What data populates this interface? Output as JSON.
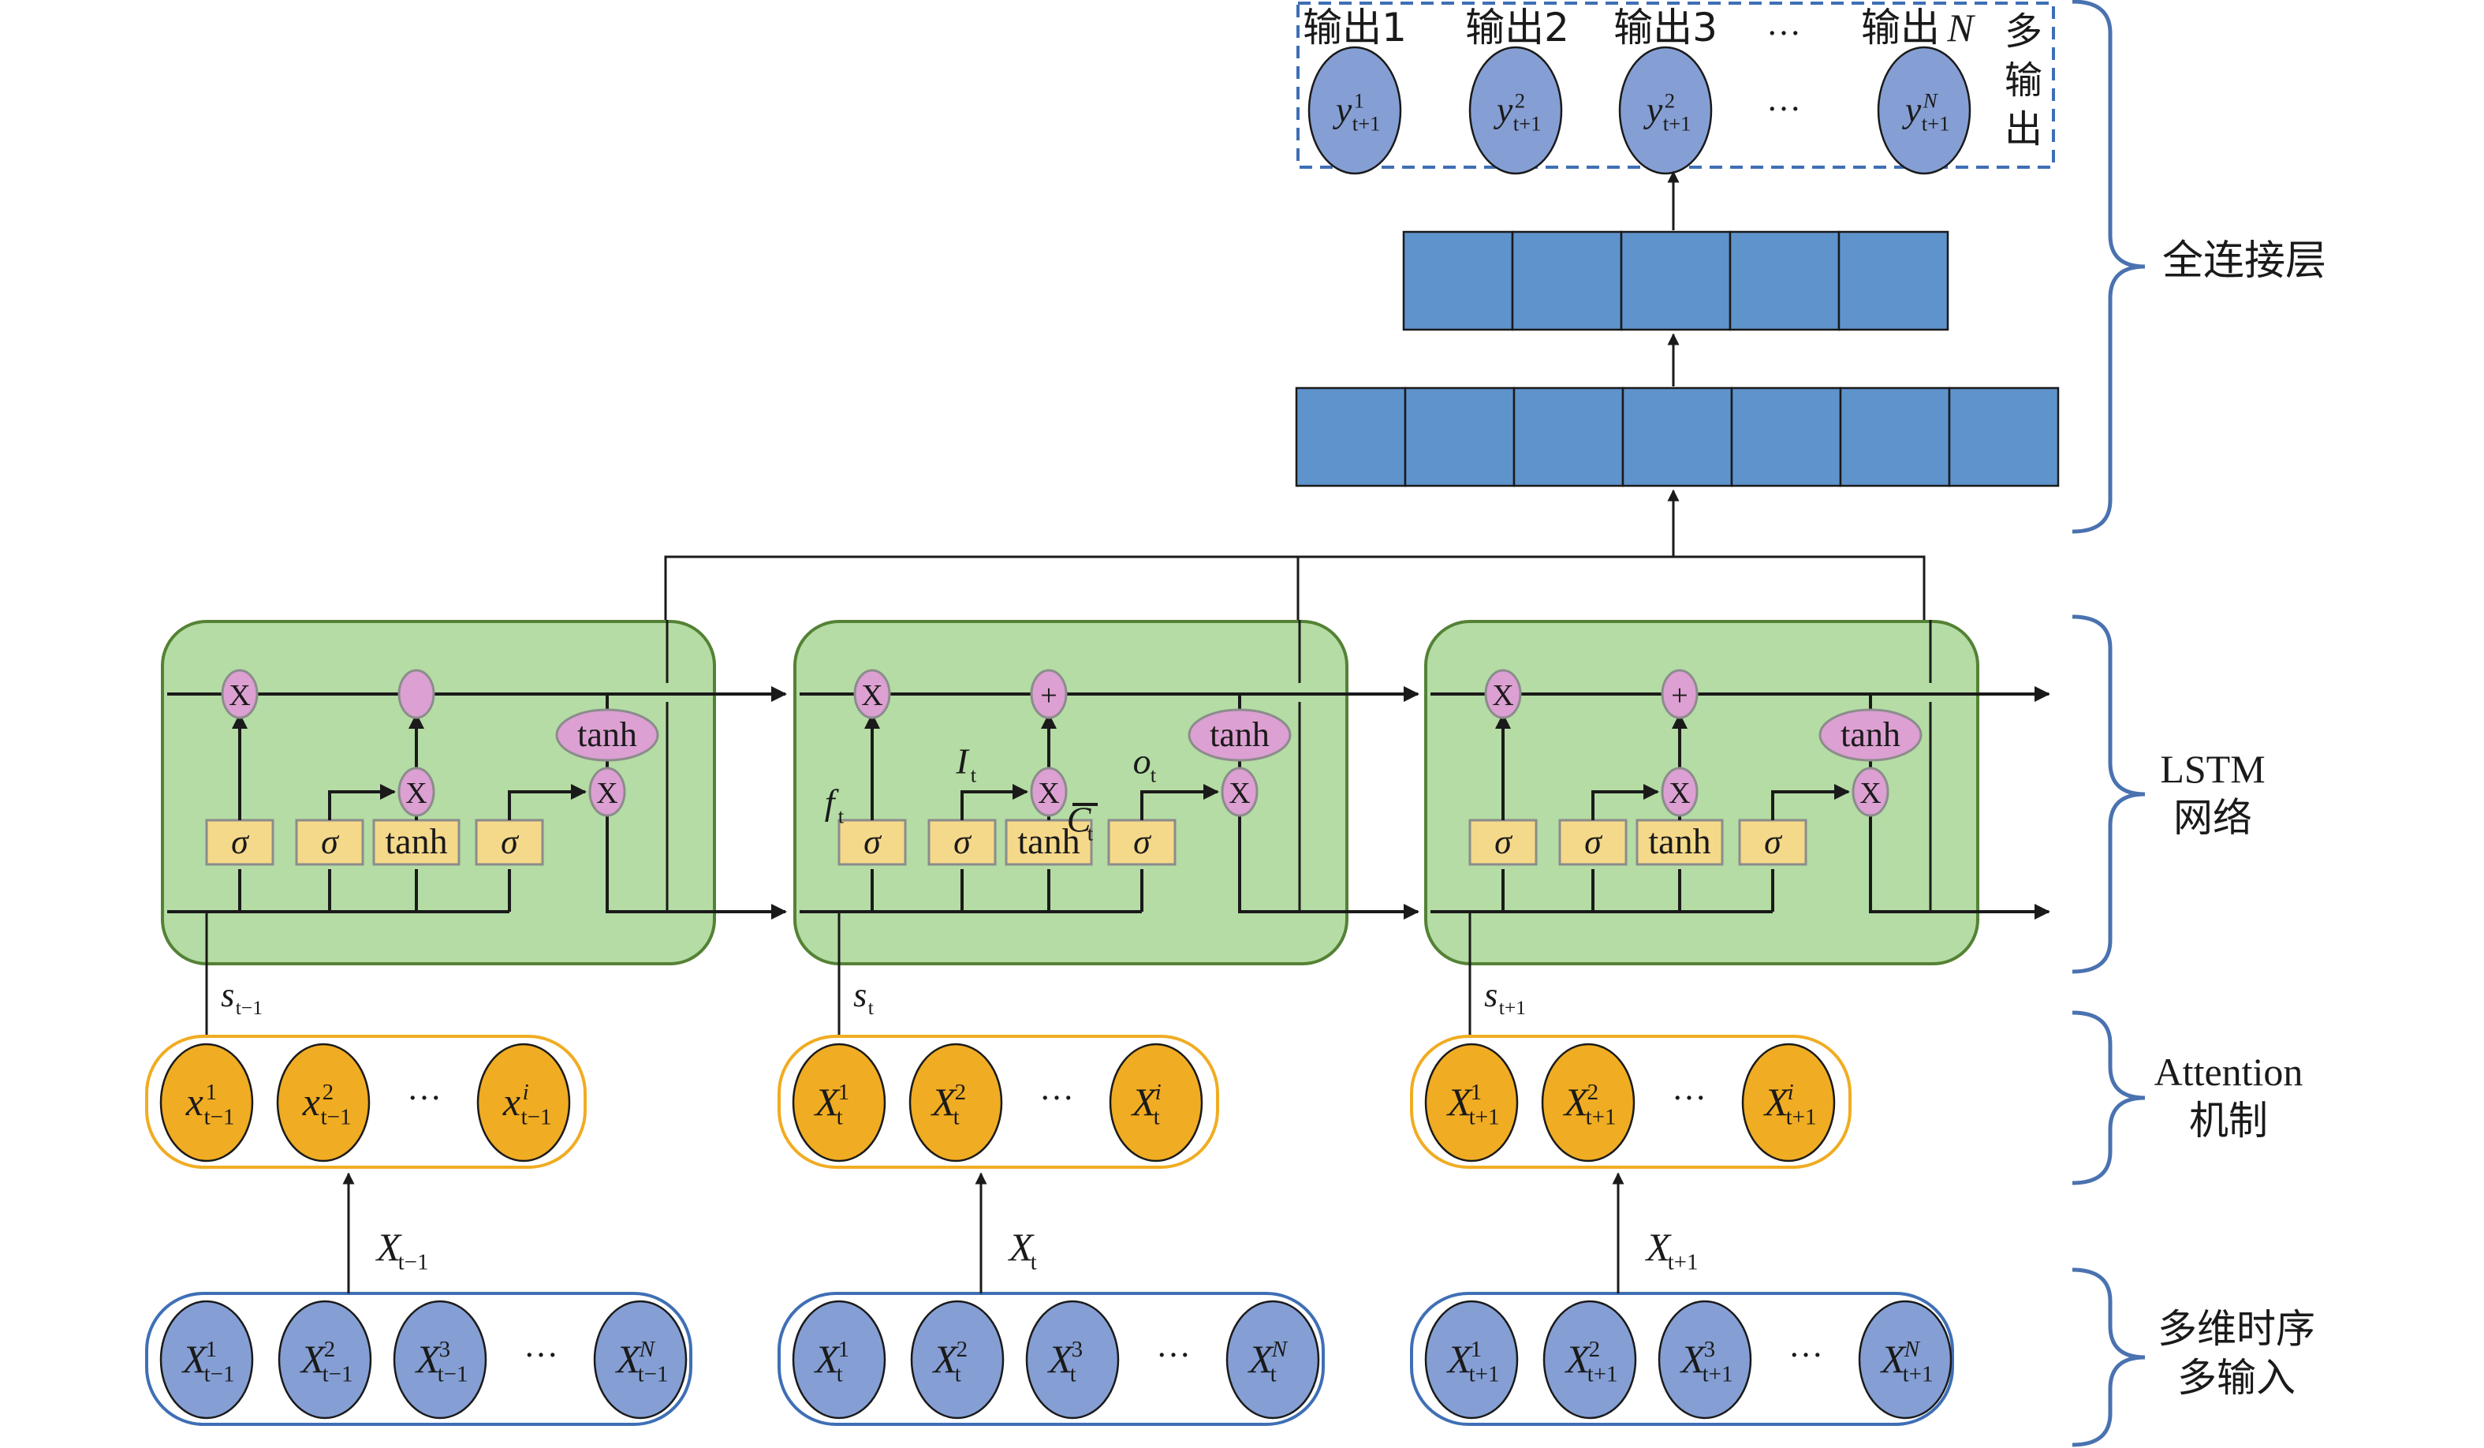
{
  "colors": {
    "cell_fill": "#b4dca4",
    "cell_stroke": "#548235",
    "gate_fill": "#f5d98a",
    "gate_stroke": "#8c8c8c",
    "op_fill": "#dca0d2",
    "op_stroke": "#8c8c8c",
    "attention_fill": "#f0ac22",
    "attention_border": "#f0ac22",
    "input_fill": "#859fd4",
    "input_border": "#3f6fb5",
    "dense_fill": "#5f93cc",
    "output_fill": "#859fd4",
    "output_border": "#3f6fb5",
    "brace": "#4a72b0"
  },
  "output_layer": {
    "labels": [
      "输出1",
      "输出2",
      "输出3",
      "…",
      "输出N"
    ],
    "label_n_prefix": "输出",
    "label_n_var": "N",
    "side_label": [
      "多",
      "输",
      "出"
    ],
    "nodes": [
      {
        "base": "y",
        "sup": "1",
        "sub": "t+1"
      },
      {
        "base": "y",
        "sup": "2",
        "sub": "t+1"
      },
      {
        "base": "y",
        "sup": "2",
        "sub": "t+1"
      },
      {
        "base": "y",
        "sup": "N",
        "sub": "t+1"
      }
    ],
    "ellipsis": "…"
  },
  "dense_layers": [
    {
      "name": "dense-layer-2",
      "units": 5
    },
    {
      "name": "dense-layer-1",
      "units": 7
    }
  ],
  "lstm": {
    "gate_labels": [
      "σ",
      "σ",
      "tanh",
      "σ"
    ],
    "op_labels": {
      "forget": "X",
      "add": "+",
      "input_mul": "X",
      "output_mul": "X",
      "tanh": "tanh"
    },
    "annotations": {
      "f": {
        "base": "f",
        "sub": "t"
      },
      "I": {
        "base": "I",
        "sub": "t"
      },
      "o": {
        "base": "o",
        "sub": "t"
      },
      "C": {
        "base": "C",
        "sub": "t"
      }
    },
    "state_labels": [
      {
        "base": "s",
        "sub": "t−1"
      },
      {
        "base": "s",
        "sub": "t"
      },
      {
        "base": "s",
        "sub": "t+1"
      }
    ]
  },
  "attention": {
    "groups": [
      {
        "nodes": [
          {
            "base": "x",
            "sup": "1",
            "sub": "t−1"
          },
          {
            "base": "x",
            "sup": "2",
            "sub": "t−1"
          },
          {
            "base": "x",
            "sup": "i",
            "sub": "t−1"
          }
        ]
      },
      {
        "nodes": [
          {
            "base": "X",
            "sup": "1",
            "sub": "t"
          },
          {
            "base": "X",
            "sup": "2",
            "sub": "t"
          },
          {
            "base": "X",
            "sup": "i",
            "sub": "t"
          }
        ]
      },
      {
        "nodes": [
          {
            "base": "X",
            "sup": "1",
            "sub": "t+1"
          },
          {
            "base": "X",
            "sup": "2",
            "sub": "t+1"
          },
          {
            "base": "X",
            "sup": "i",
            "sub": "t+1"
          }
        ]
      }
    ],
    "ellipsis": "…"
  },
  "inputs": {
    "arrow_labels": [
      {
        "base": "X",
        "sub": "t−1"
      },
      {
        "base": "X",
        "sub": "t"
      },
      {
        "base": "X",
        "sub": "t+1"
      }
    ],
    "groups": [
      {
        "nodes": [
          {
            "base": "X",
            "sup": "1",
            "sub": "t−1"
          },
          {
            "base": "X",
            "sup": "2",
            "sub": "t−1"
          },
          {
            "base": "X",
            "sup": "3",
            "sub": "t−1"
          },
          {
            "base": "X",
            "sup": "N",
            "sub": "t−1"
          }
        ]
      },
      {
        "nodes": [
          {
            "base": "X",
            "sup": "1",
            "sub": "t"
          },
          {
            "base": "X",
            "sup": "2",
            "sub": "t"
          },
          {
            "base": "X",
            "sup": "3",
            "sub": "t"
          },
          {
            "base": "X",
            "sup": "N",
            "sub": "t"
          }
        ]
      },
      {
        "nodes": [
          {
            "base": "X",
            "sup": "1",
            "sub": "t+1"
          },
          {
            "base": "X",
            "sup": "2",
            "sub": "t+1"
          },
          {
            "base": "X",
            "sup": "3",
            "sub": "t+1"
          },
          {
            "base": "X",
            "sup": "N",
            "sub": "t+1"
          }
        ]
      }
    ],
    "ellipsis": "…"
  },
  "brace_labels": {
    "fully_connected": [
      "全连接层"
    ],
    "lstm": [
      "LSTM",
      "网络"
    ],
    "attention": [
      "Attention",
      "机制"
    ],
    "inputs": [
      "多维时序",
      "多输入"
    ]
  }
}
